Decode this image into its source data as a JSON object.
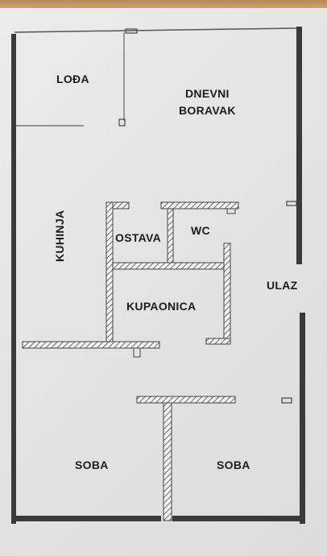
{
  "plan": {
    "rooms": {
      "loda": "LOĐA",
      "dnevni": "DNEVNI",
      "boravak": "BORAVAK",
      "kuhinja": "KUHINJA",
      "ostava": "OSTAVA",
      "wc": "WC",
      "kupaonica": "KUPAONICA",
      "ulaz": "ULAZ",
      "soba_left": "SOBA",
      "soba_right": "SOBA"
    }
  },
  "colors": {
    "wall": "#3a3a3a",
    "hatch": "#4a4a4a",
    "paper": "#e6e6e6",
    "wood": "#c8a06b"
  }
}
